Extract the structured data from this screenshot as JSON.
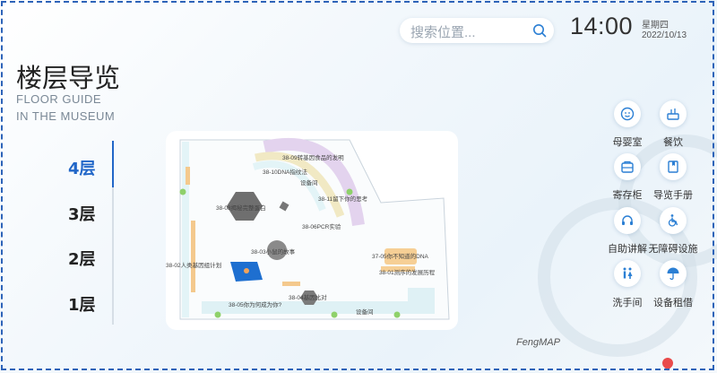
{
  "search": {
    "placeholder": "搜索位置..."
  },
  "clock": {
    "time": "14:00",
    "weekday": "星期四",
    "date": "2022/10/13"
  },
  "heading": {
    "title": "楼层导览",
    "subtitle_line1": "FLOOR GUIDE",
    "subtitle_line2": "IN THE MUSEUM"
  },
  "floors": [
    {
      "label": "4层",
      "active": true
    },
    {
      "label": "3层",
      "active": false
    },
    {
      "label": "2层",
      "active": false
    },
    {
      "label": "1层",
      "active": false
    }
  ],
  "map": {
    "labels": [
      "38-09转基因食品的发明",
      "38-10DNA指纹法",
      "设备间",
      "38-11留下你的思考",
      "38-08揭秘完整蛋白",
      "38-06PCR实验",
      "38-03小鼠的故事",
      "38-02人类基因组计划",
      "37-05你不知道的DNA",
      "38-01测序的发展历程",
      "38-04基因比对",
      "38-05你为何成为你?",
      "设备间"
    ],
    "brand": "FengMAP"
  },
  "facilities": [
    {
      "label": "母婴室",
      "icon": "baby-icon"
    },
    {
      "label": "餐饮",
      "icon": "dining-icon"
    },
    {
      "label": "寄存柜",
      "icon": "locker-icon"
    },
    {
      "label": "导览手册",
      "icon": "guidebook-icon"
    },
    {
      "label": "自助讲解",
      "icon": "headset-icon"
    },
    {
      "label": "无障碍设施",
      "icon": "wheelchair-icon"
    },
    {
      "label": "洗手间",
      "icon": "restroom-icon"
    },
    {
      "label": "设备租借",
      "icon": "umbrella-icon"
    }
  ],
  "colors": {
    "accent": "#2166c8",
    "icon": "#2b7fd4",
    "frame": "#2d63b8"
  }
}
